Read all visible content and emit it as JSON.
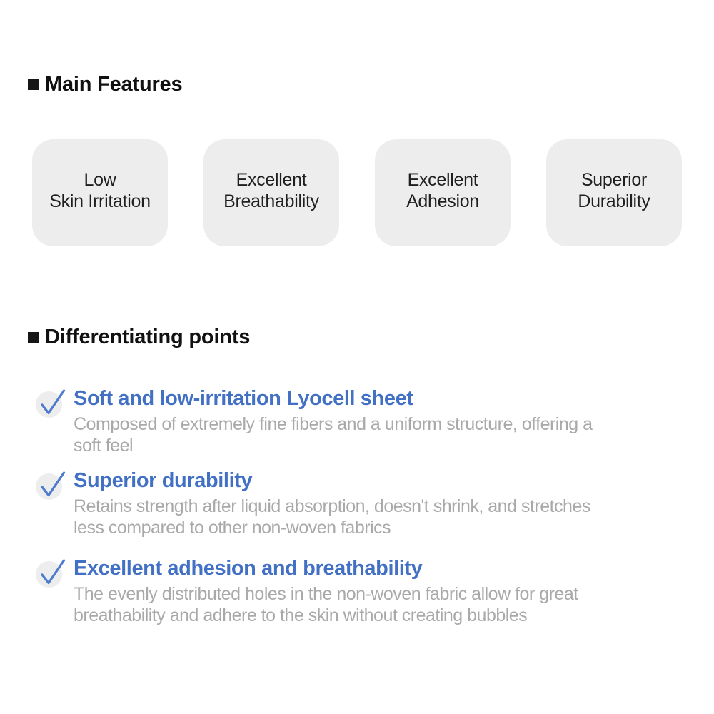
{
  "colors": {
    "accent_blue": "#4170c4",
    "check_blue": "#4d7bce",
    "card_bg": "#ededed",
    "desc_gray": "#a9a9a9",
    "heading_color": "#111111",
    "card_text": "#1f1f1f",
    "page_bg": "#ffffff"
  },
  "main_features": {
    "heading": "Main Features",
    "cards": [
      {
        "label": "Low\nSkin Irritation"
      },
      {
        "label": "Excellent\nBreathability"
      },
      {
        "label": "Excellent\nAdhesion"
      },
      {
        "label": "Superior\nDurability"
      }
    ]
  },
  "differentiating_points": {
    "heading": "Differentiating points",
    "items": [
      {
        "title": "Soft and low-irritation Lyocell sheet",
        "description": "Composed of extremely fine fibers and a uniform structure, offering a\nsoft feel"
      },
      {
        "title": "Superior durability",
        "description": "Retains strength after liquid absorption, doesn't shrink, and stretches\nless compared to other non-woven fabrics"
      },
      {
        "title": "Excellent adhesion and breathability",
        "description": "The evenly distributed holes in the non-woven fabric allow for great\nbreathability and adhere to the skin without creating bubbles"
      }
    ]
  }
}
